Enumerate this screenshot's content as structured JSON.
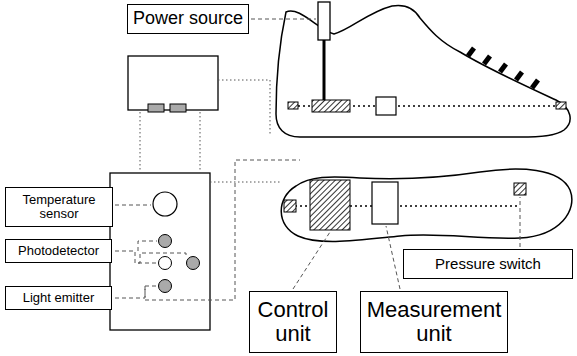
{
  "diagram": {
    "nodes": [
      {
        "text": [
          "Power source"
        ]
      },
      {
        "text": [
          "Temperature sensor"
        ]
      },
      {
        "text": [
          "Photodetector"
        ]
      },
      {
        "text": [
          "Light emitter"
        ]
      },
      {
        "text": [
          "Control unit"
        ]
      },
      {
        "text": [
          "Measurement unit"
        ]
      },
      {
        "text": [
          "Pressure switch"
        ]
      }
    ]
  }
}
